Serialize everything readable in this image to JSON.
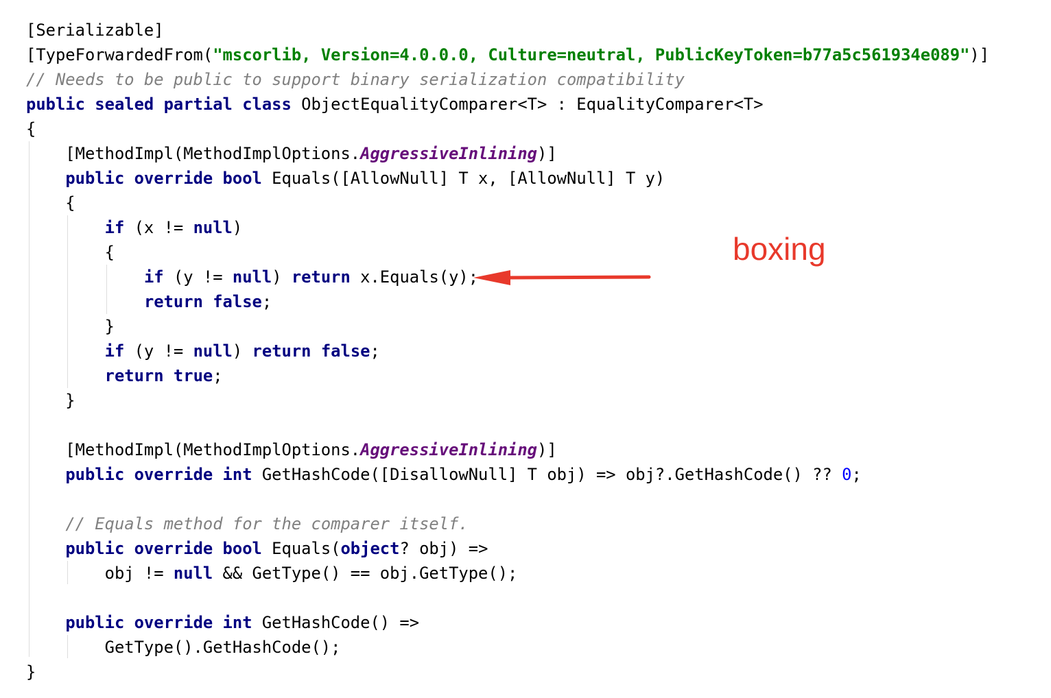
{
  "code": {
    "lines": [
      [
        {
          "t": "[Serializable]"
        }
      ],
      [
        {
          "t": "[TypeForwardedFrom("
        },
        {
          "t": "\"mscorlib, Version=4.0.0.0, Culture=neutral, PublicKeyToken=b77a5c561934e089\"",
          "c": "str"
        },
        {
          "t": ")]"
        }
      ],
      [
        {
          "t": "// Needs to be public to support binary serialization compatibility",
          "c": "cmt"
        }
      ],
      [
        {
          "t": "public sealed partial class",
          "c": "kw"
        },
        {
          "t": " ObjectEqualityComparer<T> : EqualityComparer<T>"
        }
      ],
      [
        {
          "t": "{"
        }
      ],
      [
        {
          "t": "    [MethodImpl(MethodImplOptions."
        },
        {
          "t": "AggressiveInlining",
          "c": "en"
        },
        {
          "t": ")]"
        }
      ],
      [
        {
          "t": "    "
        },
        {
          "t": "public override bool",
          "c": "kw"
        },
        {
          "t": " Equals([AllowNull] T x, [AllowNull] T y)"
        }
      ],
      [
        {
          "t": "    {"
        }
      ],
      [
        {
          "t": "        "
        },
        {
          "t": "if",
          "c": "kw"
        },
        {
          "t": " (x != "
        },
        {
          "t": "null",
          "c": "kw"
        },
        {
          "t": ")"
        }
      ],
      [
        {
          "t": "        {"
        }
      ],
      [
        {
          "t": "            "
        },
        {
          "t": "if",
          "c": "kw"
        },
        {
          "t": " (y != "
        },
        {
          "t": "null",
          "c": "kw"
        },
        {
          "t": ") "
        },
        {
          "t": "return",
          "c": "kw"
        },
        {
          "t": " x.Equals(y);"
        }
      ],
      [
        {
          "t": "            "
        },
        {
          "t": "return false",
          "c": "kw"
        },
        {
          "t": ";"
        }
      ],
      [
        {
          "t": "        }"
        }
      ],
      [
        {
          "t": "        "
        },
        {
          "t": "if",
          "c": "kw"
        },
        {
          "t": " (y != "
        },
        {
          "t": "null",
          "c": "kw"
        },
        {
          "t": ") "
        },
        {
          "t": "return false",
          "c": "kw"
        },
        {
          "t": ";"
        }
      ],
      [
        {
          "t": "        "
        },
        {
          "t": "return true",
          "c": "kw"
        },
        {
          "t": ";"
        }
      ],
      [
        {
          "t": "    }"
        }
      ],
      [],
      [
        {
          "t": "    [MethodImpl(MethodImplOptions."
        },
        {
          "t": "AggressiveInlining",
          "c": "en"
        },
        {
          "t": ")]"
        }
      ],
      [
        {
          "t": "    "
        },
        {
          "t": "public override int",
          "c": "kw"
        },
        {
          "t": " GetHashCode([DisallowNull] T obj) => obj?.GetHashCode() ?? "
        },
        {
          "t": "0",
          "c": "num"
        },
        {
          "t": ";"
        }
      ],
      [],
      [
        {
          "t": "    "
        },
        {
          "t": "// Equals method for the comparer itself.",
          "c": "cmt"
        }
      ],
      [
        {
          "t": "    "
        },
        {
          "t": "public override bool",
          "c": "kw"
        },
        {
          "t": " Equals("
        },
        {
          "t": "object",
          "c": "kw"
        },
        {
          "t": "? obj) =>"
        }
      ],
      [
        {
          "t": "        obj != "
        },
        {
          "t": "null",
          "c": "kw"
        },
        {
          "t": " && GetType() == obj.GetType();"
        }
      ],
      [],
      [
        {
          "t": "    "
        },
        {
          "t": "public override int",
          "c": "kw"
        },
        {
          "t": " GetHashCode() =>"
        }
      ],
      [
        {
          "t": "        GetType().GetHashCode();"
        }
      ],
      [
        {
          "t": "}"
        }
      ]
    ]
  },
  "annotation": {
    "text": "boxing",
    "color": "#e8392b",
    "target": "if (y != null) return x.Equals(y);"
  }
}
